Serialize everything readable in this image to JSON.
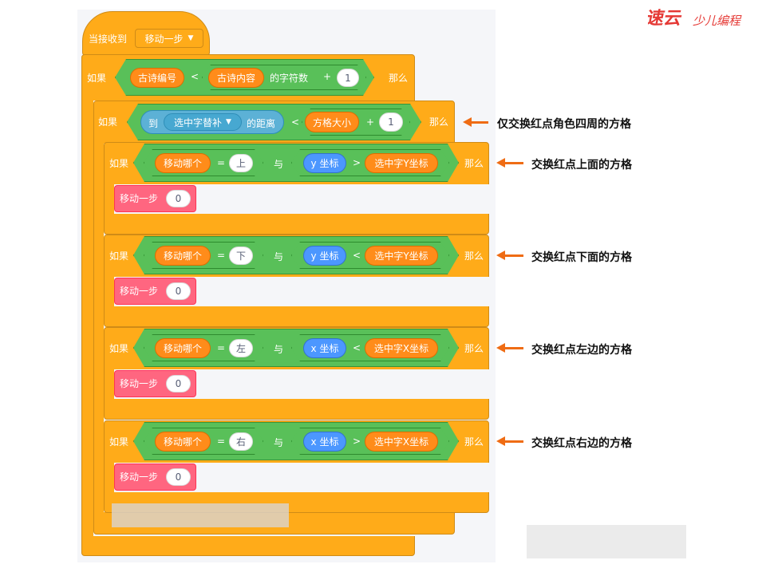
{
  "hat": {
    "label": "当接收到",
    "message": "移动一步"
  },
  "if_label": "如果",
  "then_label": "那么",
  "outer_if": {
    "left": "古诗编号",
    "op": "<",
    "func_arg": "古诗内容",
    "func_label": "的字符数",
    "plus": "+",
    "num": "1"
  },
  "second_if": {
    "to": "到",
    "sprite": "选中字替补",
    "distance": "的距离",
    "op": "<",
    "right": "方格大小",
    "plus": "+",
    "num": "1"
  },
  "branches": [
    {
      "var": "移动哪个",
      "eq": "=",
      "dir": "上",
      "and": "与",
      "coord": "y 坐标",
      "cmp": ">",
      "sel": "选中字Y坐标",
      "move": "移动一步",
      "move_num": "0",
      "note": "交换红点上面的方格"
    },
    {
      "var": "移动哪个",
      "eq": "=",
      "dir": "下",
      "and": "与",
      "coord": "y 坐标",
      "cmp": "<",
      "sel": "选中字Y坐标",
      "move": "移动一步",
      "move_num": "0",
      "note": "交换红点下面的方格"
    },
    {
      "var": "移动哪个",
      "eq": "=",
      "dir": "左",
      "and": "与",
      "coord": "x 坐标",
      "cmp": "<",
      "sel": "选中字X坐标",
      "move": "移动一步",
      "move_num": "0",
      "note": "交换红点左边的方格"
    },
    {
      "var": "移动哪个",
      "eq": "=",
      "dir": "右",
      "and": "与",
      "coord": "x 坐标",
      "cmp": ">",
      "sel": "选中字X坐标",
      "move": "移动一步",
      "move_num": "0",
      "note": "交换红点右边的方格"
    }
  ],
  "top_note": "仅交换红点角色四周的方格",
  "logo": "速云少儿编程",
  "colors": {
    "control": "#ffab19",
    "operator": "#59c059",
    "variable": "#ff8c1a",
    "sensing": "#5cb1d6",
    "motion": "#4c97ff",
    "custom": "#ff6680",
    "arrow": "#ef6c14",
    "logo": "#e53935"
  }
}
